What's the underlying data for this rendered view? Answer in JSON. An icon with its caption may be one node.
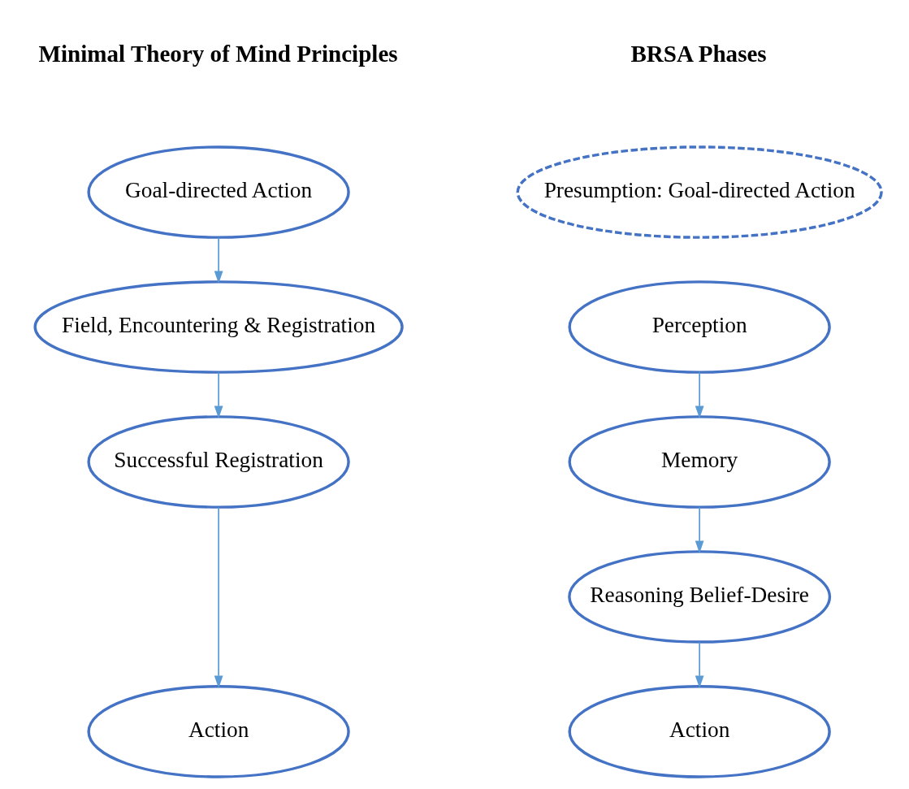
{
  "diagram": {
    "nodes": [
      {
        "text": [
          "Goal-directed Action"
        ]
      },
      {
        "text": [
          "Field, Encountering & Registration"
        ]
      },
      {
        "text": [
          "Successful Registration"
        ]
      },
      {
        "text": [
          "Action"
        ]
      },
      {
        "text": [
          "Presumption: Goal-directed Action"
        ]
      },
      {
        "text": [
          "Perception"
        ]
      },
      {
        "text": [
          "Memory"
        ]
      },
      {
        "text": [
          "Reasoning Belief-Desire"
        ]
      },
      {
        "text": [
          "Action"
        ]
      }
    ],
    "edges": [
      {
        "from": 0,
        "to": 1,
        "arrow": "to"
      },
      {
        "from": 1,
        "to": 2,
        "arrow": "to"
      },
      {
        "from": 2,
        "to": 3,
        "arrow": "to"
      },
      {
        "from": 5,
        "to": 6,
        "arrow": "to"
      },
      {
        "from": 6,
        "to": 7,
        "arrow": "to"
      },
      {
        "from": 7,
        "to": 8,
        "arrow": "to"
      }
    ],
    "labels": [
      "Minimal Theory of Mind Principles",
      "BRSA Phases"
    ]
  }
}
